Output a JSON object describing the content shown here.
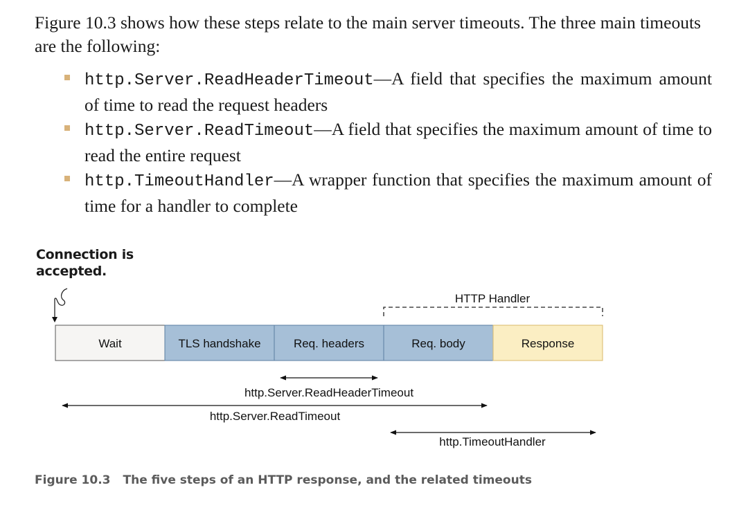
{
  "intro": "Figure 10.3 shows how these steps relate to the main server timeouts. The three main timeouts are the following:",
  "bullets": [
    {
      "code": "http.Server.ReadHeaderTimeout",
      "text": "—A field that specifies the maximum amount of time to read the request headers"
    },
    {
      "code": "http.Server.ReadTimeout",
      "text": "—A field that specifies the maximum amount of time to read the entire request"
    },
    {
      "code": "http.TimeoutHandler",
      "text": "—A wrapper function that specifies the maximum amount of time for a handler to complete"
    }
  ],
  "diagram": {
    "note": "Connection is accepted.",
    "handler_bracket_label": "HTTP Handler",
    "steps": [
      {
        "label": "Wait",
        "color": "#f6f5f3"
      },
      {
        "label": "TLS handshake",
        "color": "#a6bfd7"
      },
      {
        "label": "Req. headers",
        "color": "#a6bfd7"
      },
      {
        "label": "Req. body",
        "color": "#a6bfd7"
      },
      {
        "label": "Response",
        "color": "#fbeec3"
      }
    ],
    "timeouts": [
      {
        "label": "http.Server.ReadHeaderTimeout"
      },
      {
        "label": "http.Server.ReadTimeout"
      },
      {
        "label": "http.TimeoutHandler"
      }
    ]
  },
  "caption": {
    "number": "Figure 10.3",
    "text": "The five steps of an HTTP response, and the related timeouts"
  }
}
